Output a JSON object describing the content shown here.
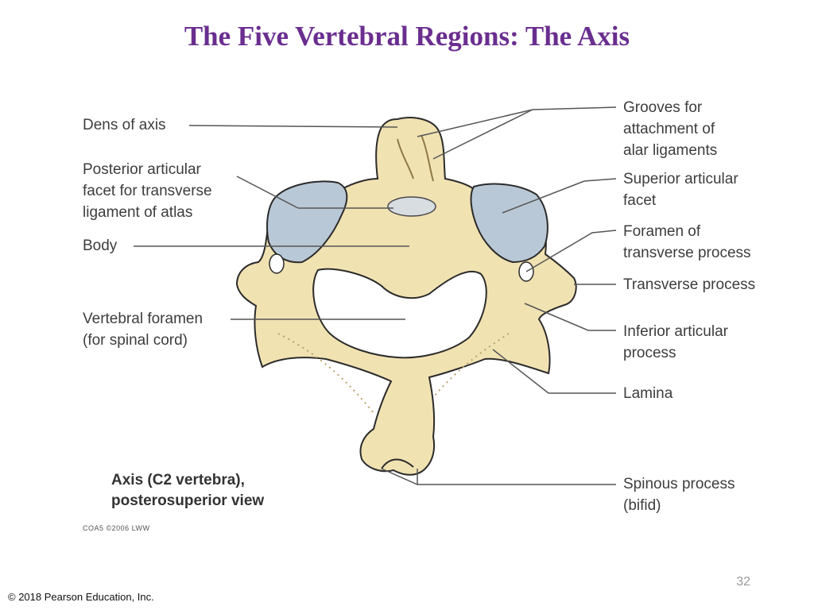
{
  "slide": {
    "title": "The Five Vertebral Regions: The Axis",
    "page_number": "32",
    "copyright": "© 2018 Pearson Education, Inc."
  },
  "figure": {
    "caption_line1": "Axis (C2 vertebra),",
    "caption_line2": "posterosuperior view",
    "source_code": "COA5 ©2006 LWW",
    "colors": {
      "bone": "#f1e2b2",
      "bone_shadow": "#d7c48c",
      "facet": "#b9c8d6",
      "leader_line": "#555555"
    },
    "labels_left": {
      "dens_of_axis": [
        "Dens of axis"
      ],
      "posterior_articular_facet": [
        "Posterior articular",
        "facet for transverse",
        "ligament of atlas"
      ],
      "body": [
        "Body"
      ],
      "vertebral_foramen": [
        "Vertebral foramen",
        "(for spinal cord)"
      ]
    },
    "labels_right": {
      "grooves_alar": [
        "Grooves for",
        "attachment of",
        "alar ligaments"
      ],
      "superior_articular_facet": [
        "Superior articular",
        "facet"
      ],
      "foramen_transverse": [
        "Foramen of",
        "transverse process"
      ],
      "transverse_process": [
        "Transverse process"
      ],
      "inferior_articular_process": [
        "Inferior articular",
        "process"
      ],
      "lamina": [
        "Lamina"
      ],
      "spinous_process": [
        "Spinous process",
        "(bifid)"
      ]
    }
  }
}
